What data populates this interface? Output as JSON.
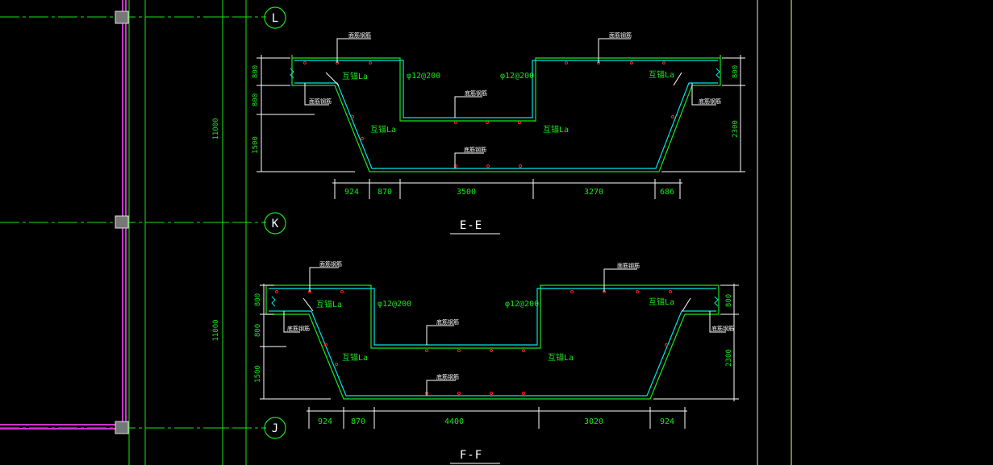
{
  "axes": [
    {
      "label": "L"
    },
    {
      "label": "K"
    },
    {
      "label": "J"
    }
  ],
  "grid_dims": [
    "11000",
    "11000"
  ],
  "sections": [
    {
      "title": "E-E",
      "left_dims": [
        "800",
        "800",
        "1500"
      ],
      "right_dims": [
        "800",
        "2300"
      ],
      "bottom_dims": [
        "924",
        "870",
        "3500",
        "3270",
        "686"
      ],
      "rebar_labels": [
        "φ12@200",
        "φ12@200"
      ],
      "anchor_labels": [
        "互锚La",
        "互锚La",
        "互锚La",
        "互锚La"
      ],
      "notes": [
        "面筋钢筋",
        "面筋钢筋",
        "面筋钢筋",
        "底筋钢筋",
        "底筋钢筋",
        "底筋钢筋"
      ]
    },
    {
      "title": "F-F",
      "left_dims": [
        "800",
        "800",
        "1500"
      ],
      "right_dims": [
        "800",
        "2300"
      ],
      "bottom_dims": [
        "924",
        "870",
        "4400",
        "3020",
        "924"
      ],
      "rebar_labels": [
        "φ12@200",
        "φ12@200"
      ],
      "anchor_labels": [
        "互锚La",
        "互锚La",
        "互锚La",
        "互锚La"
      ],
      "notes": [
        "面筋钢筋",
        "面筋钢筋",
        "底筋钢筋",
        "底筋钢筋",
        "底筋钢筋",
        "底筋钢筋"
      ]
    }
  ],
  "colors": {
    "background": "#000000",
    "slab_line": "#19e619",
    "rebar_line": "#00e6e6",
    "wall": "#cc33cc",
    "leader": "#ffffff",
    "rebar_dot": "#ff2020",
    "guide": "#ffff66"
  }
}
